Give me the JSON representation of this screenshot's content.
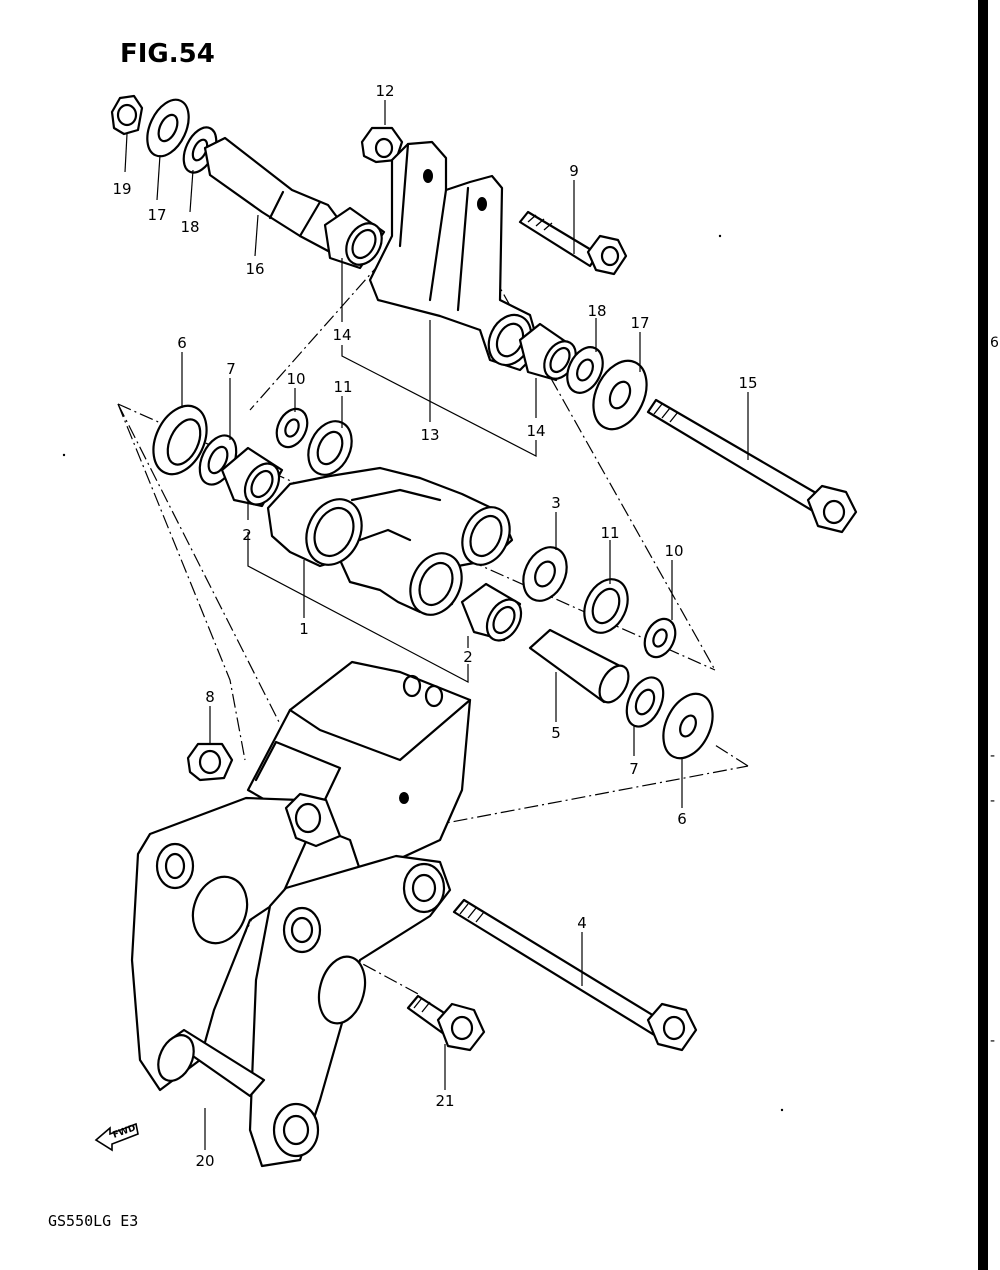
{
  "figure": {
    "title": "FIG.54",
    "model_code": "GS550LG E3",
    "fwd_label": "FWD",
    "edge_marks": [
      "6",
      "-",
      "-",
      "-"
    ]
  },
  "callouts": [
    {
      "id": "c1",
      "label": "1"
    },
    {
      "id": "c2a",
      "label": "2"
    },
    {
      "id": "c2b",
      "label": "2"
    },
    {
      "id": "c3",
      "label": "3"
    },
    {
      "id": "c4",
      "label": "4"
    },
    {
      "id": "c5",
      "label": "5"
    },
    {
      "id": "c6a",
      "label": "6"
    },
    {
      "id": "c6b",
      "label": "6"
    },
    {
      "id": "c7a",
      "label": "7"
    },
    {
      "id": "c7b",
      "label": "7"
    },
    {
      "id": "c8",
      "label": "8"
    },
    {
      "id": "c9",
      "label": "9"
    },
    {
      "id": "c10a",
      "label": "10"
    },
    {
      "id": "c10b",
      "label": "10"
    },
    {
      "id": "c11a",
      "label": "11"
    },
    {
      "id": "c11b",
      "label": "11"
    },
    {
      "id": "c12",
      "label": "12"
    },
    {
      "id": "c13",
      "label": "13"
    },
    {
      "id": "c14a",
      "label": "14"
    },
    {
      "id": "c14b",
      "label": "14"
    },
    {
      "id": "c15",
      "label": "15"
    },
    {
      "id": "c16",
      "label": "16"
    },
    {
      "id": "c17a",
      "label": "17"
    },
    {
      "id": "c17b",
      "label": "17"
    },
    {
      "id": "c18a",
      "label": "18"
    },
    {
      "id": "c18b",
      "label": "18"
    },
    {
      "id": "c19",
      "label": "19"
    },
    {
      "id": "c20",
      "label": "20"
    },
    {
      "id": "c21",
      "label": "21"
    }
  ]
}
